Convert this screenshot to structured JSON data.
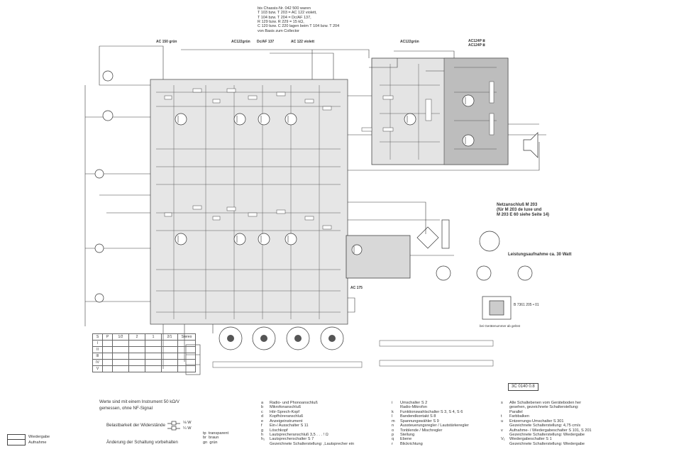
{
  "header_note": [
    "bis Chassis-Nr. 042 500 waren",
    "T 103 bzw. T 203 = AC 122 violett,",
    "T 104 bzw. T 204 = Dc/AF 137,",
    "R 129 bzw. R 229 = 15 kΩ,",
    "C 120 bzw. C 220 lagen beim T 104 bzw. T 204",
    "von Basis zum Collector"
  ],
  "transistor_labels": {
    "ac150": "AC 150 grün",
    "ac122_1": "AC122grün",
    "dc_af137": "Dc/AF 137",
    "ac122_violett": "AC 122 violett",
    "ac122_2": "AC122grün",
    "ac124p": "AC124P Ⅲ",
    "ac124p2": "AC124P Ⅲ",
    "ac175": "AC 175"
  },
  "mains": {
    "title": "Netzanschluß M 203",
    "sub1": "(für M 203 de luxe und",
    "sub2": "M 203 E 60 siehe Seite 14)",
    "power": "Leistungsaufnahme ca. 30 Watt"
  },
  "part_numbers": {
    "transformer_bottom": "B 7361 205 • 01",
    "drawing_ref": "3C 0140 0.8"
  },
  "switch_table": {
    "header": [
      "S",
      "P",
      "1/2",
      "2",
      "1",
      "2/1",
      "Stereo"
    ],
    "rows": [
      "I",
      "II",
      "III",
      "IV",
      "V"
    ]
  },
  "notes_left": {
    "line1": "Werte sind mit einem Instrument 50 kΩ/V",
    "line2": "gemessen, ohne NF-Signal",
    "load": "Belastbarkeit der Widerstände",
    "w1": "⅛ W",
    "w2": "¼ W",
    "change": "Änderung der Schaltung vorbehalten",
    "tp": "tp",
    "tp_t": "transparent",
    "br": "br",
    "br_t": "braun",
    "gn": "gn",
    "gn_t": "grün"
  },
  "legend_box": {
    "wiedergabe": "Wiedergabe",
    "aufnahme": "Aufnahme"
  },
  "legend_col1": [
    {
      "k": "a",
      "t": "Radio- und Phonoanschluß"
    },
    {
      "k": "b",
      "t": "Mikrofonanschluß"
    },
    {
      "k": "c",
      "t": "Hör-Sprech-Kopf"
    },
    {
      "k": "d",
      "t": "Kopfhöreranschluß"
    },
    {
      "k": "e",
      "t": "Anzeigeinstrument"
    },
    {
      "k": "f",
      "t": "Ein-/ Ausschalter S 11"
    },
    {
      "k": "g",
      "t": "Löschkopf"
    },
    {
      "k": "h",
      "t": "Lautsprecheranschluß 3,5 . . . ! Ω"
    },
    {
      "k": "h₁",
      "t": "Lautsprecherschalter S 7"
    },
    {
      "k": "",
      "t": "Gezeichnete Schalterstellung: ,Lautsprecher ein"
    }
  ],
  "legend_col2": [
    {
      "k": "i",
      "t": "Umschalter S 2"
    },
    {
      "k": "",
      "t": "Radio-Mikrofon"
    },
    {
      "k": "k",
      "t": "Funktionswahlschalter S 3, S 4, S 6"
    },
    {
      "k": "l",
      "t": "Bandendkontakt S 8"
    },
    {
      "k": "m",
      "t": "Spannungswähler S 9"
    },
    {
      "k": "n",
      "t": "Aussteuerungsregler / Lautstärkeregler"
    },
    {
      "k": "o",
      "t": "Tonblende / Mischregler"
    },
    {
      "k": "p",
      "t": "Stellung"
    },
    {
      "k": "q",
      "t": "Ebene"
    },
    {
      "k": "r",
      "t": "Blickrichtung"
    }
  ],
  "legend_col3": [
    {
      "k": "s",
      "t": "Alle Schaltebenen vom Geräteboden her"
    },
    {
      "k": "",
      "t": "gesehen, gezeichnete Schalterstellung:"
    },
    {
      "k": "",
      "t": "Parallel"
    },
    {
      "k": "t",
      "t": "Farbbalken"
    },
    {
      "k": "u",
      "t": "Entzerrungs-Umschalter S 301"
    },
    {
      "k": "",
      "t": "Gezeichnete Schalterstellung: 4,75 cm/s"
    },
    {
      "k": "v",
      "t": "Aufnahme- / Wiedergabeschalter S 101, S 201"
    },
    {
      "k": "",
      "t": "Gezeichnete Schalterstellung: Wiedergabe"
    },
    {
      "k": "V₁",
      "t": "Wiedergabeschalter S 1"
    },
    {
      "k": "",
      "t": "Gezeichnete Schalterstellung: Wiedergabe"
    }
  ],
  "mains_small_note": "bei Gerätenummer ab gelöst",
  "colors": {
    "ink": "#3a3a3a",
    "panel": "#e3e3e3",
    "panel_dark": "#a9a9a9"
  }
}
